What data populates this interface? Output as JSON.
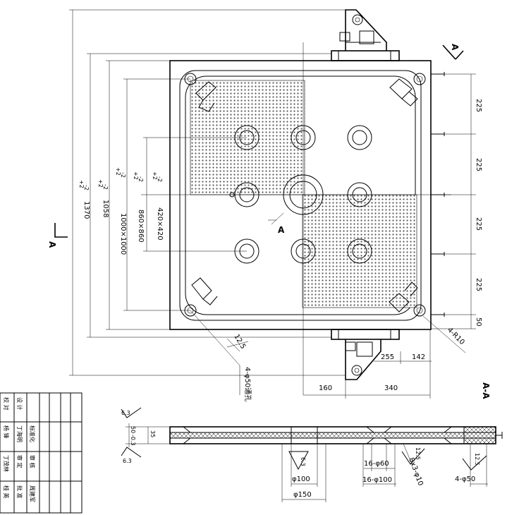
{
  "dims": {
    "overall_height": "1370",
    "overall_tol": "-2",
    "overall_tol_sup": "+2",
    "frame_1058": "1058",
    "frame_1058_tol": "-2",
    "frame_1058_sup": "+2",
    "chamber_1000": "1000×1000",
    "chamber_1000_tol": "-2",
    "chamber_1000_sup": "+2",
    "grid_860": "860×860",
    "grid_860_tol": "-2",
    "grid_860_sup": "+2",
    "center_420": "420×420",
    "center_420_tol": "-2",
    "center_420_sup": "+2",
    "right_225_1": "225",
    "right_225_2": "225",
    "right_225_3": "225",
    "right_225_4": "225",
    "right_50": "50",
    "bottom_255": "255",
    "bottom_142": "142",
    "bottom_160": "160",
    "bottom_340": "340",
    "r10": "4-R10",
    "angle_12_5": "12.5",
    "holes_phi50": "4-φ50通孔"
  },
  "section": {
    "arrow_a_top": "A",
    "arrow_a_left": "A",
    "arrow_a_mid": "A",
    "title": "A-A",
    "rough_1": "6.3",
    "rough_2": "6.3",
    "rough_3": "6.3",
    "rough_4": "12.5",
    "rough_5": "12.5",
    "thick_35": "35",
    "thick_50": "50",
    "thick_50_tol": "-0.3",
    "phi100": "φ100",
    "phi150": "φ150",
    "holes_16_60": "16-φ60",
    "holes_16_100": "16-φ100",
    "holes_8x3": "8x3-φ10",
    "holes_4_50": "4-φ50"
  },
  "title_block": {
    "row1": [
      "设 计",
      "丁海明"
    ],
    "row2": [
      "校 对",
      "杨 锋"
    ],
    "row3": [
      "审 核",
      "丁茂林"
    ],
    "row4": [
      "审 定",
      "标准化"
    ],
    "row5": [
      "批 准",
      "周建军"
    ],
    "row6": [
      "",
      "桂 英"
    ]
  }
}
